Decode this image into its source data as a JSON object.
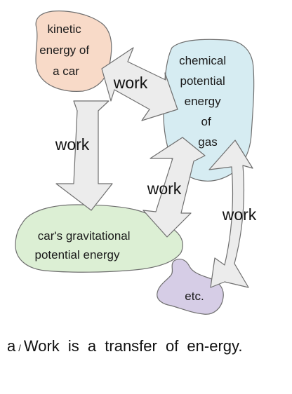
{
  "diagram": {
    "nodes": {
      "kinetic": {
        "lines": [
          "kinetic",
          "energy of",
          "a car"
        ],
        "fill": "#f8dac8"
      },
      "chemical": {
        "lines": [
          "chemical",
          "potential",
          "energy",
          "of",
          "gas"
        ],
        "fill": "#d6ecf2"
      },
      "gravitational": {
        "lines": [
          "car's gravitational",
          "potential energy"
        ],
        "fill": "#dcefd4"
      },
      "etc": {
        "lines": [
          "etc."
        ],
        "fill": "#d6cde6"
      }
    },
    "edges": {
      "kinetic_chemical": "work",
      "kinetic_gravitational": "work",
      "chemical_gravitational": "work",
      "chemical_etc": "work"
    },
    "colors": {
      "arrow_fill": "#ececec",
      "outline": "#6f6f6f"
    }
  },
  "caption": {
    "id": "a",
    "separator": "/",
    "text": "Work is a transfer of en-ergy."
  }
}
